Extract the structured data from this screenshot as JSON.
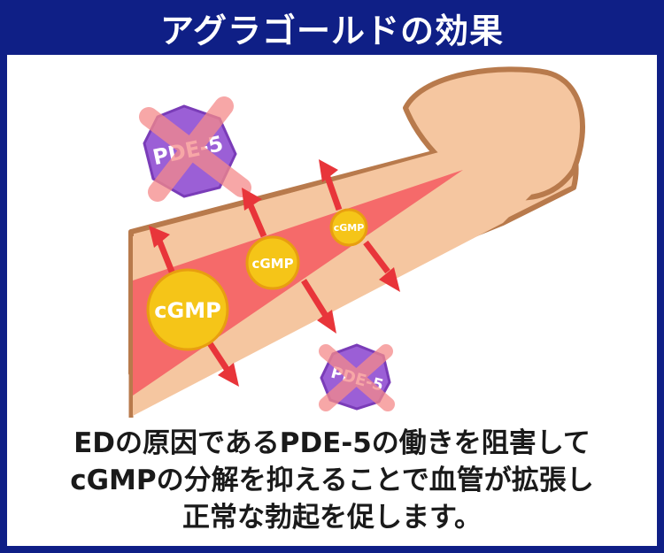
{
  "title": "アグラゴールドの効果",
  "diagram": {
    "cgmp_large": "cGMP",
    "cgmp_medium": "cGMP",
    "cgmp_small": "cGMP",
    "pde5_top": "PDE-5",
    "pde5_bottom": "PDE-5"
  },
  "caption": {
    "line1": "EDの原因であるPDE-5の働きを阻害して",
    "line2": "cGMPの分解を抑えることで血管が拡張し",
    "line3": "正常な勃起を促します。"
  },
  "colors": {
    "frame": "#0f1f86",
    "skin": "#f5c6a0",
    "skin_outline": "#b87a4c",
    "vessel": "#f56a6a",
    "cgmp": "#f5c518",
    "pde5": "#9b5fd6",
    "cross": "#f58a8a",
    "arrow": "#e8353a"
  }
}
